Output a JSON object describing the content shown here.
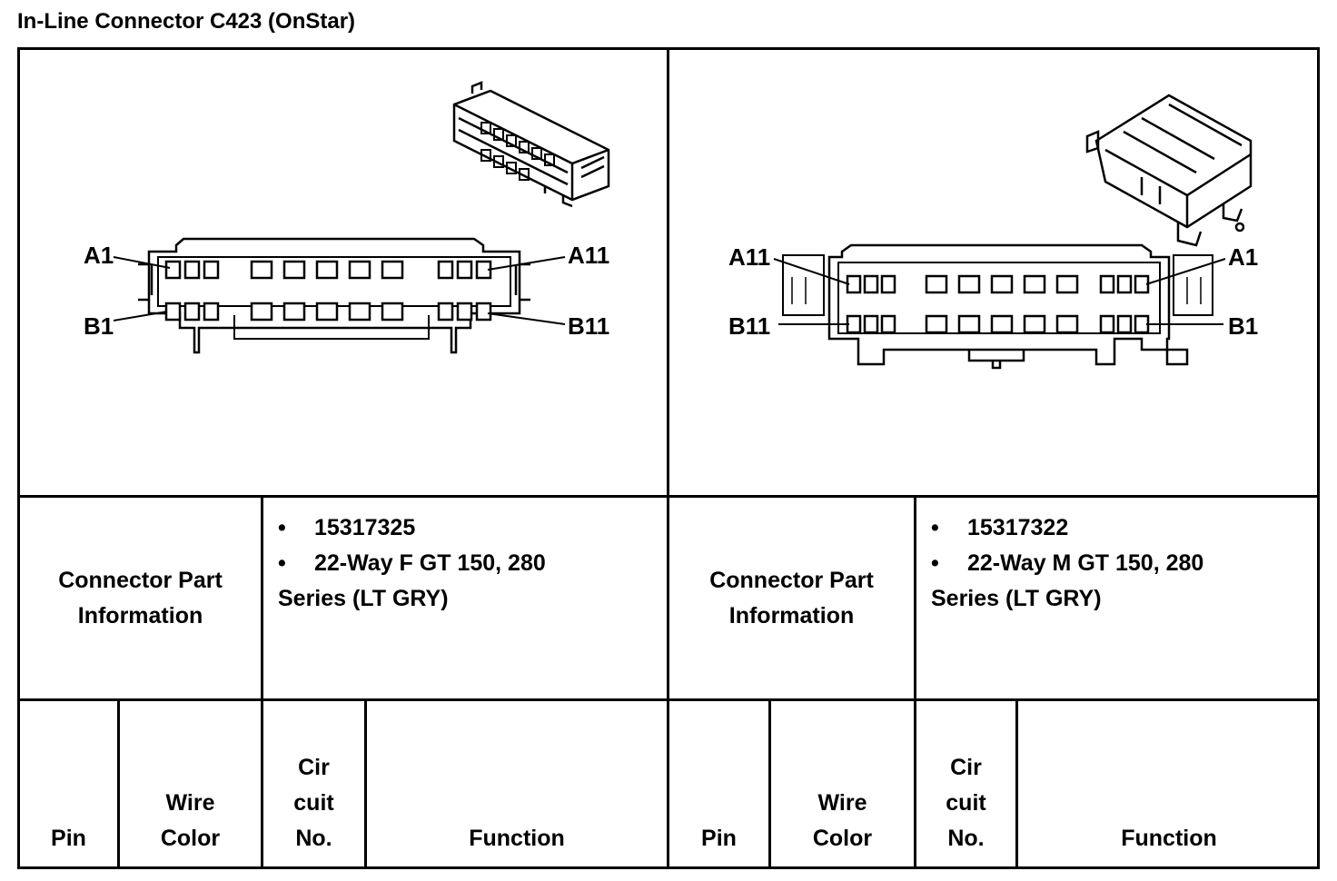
{
  "title": "In-Line Connector C423 (OnStar)",
  "left": {
    "pin_labels": {
      "a_first": "A1",
      "a_last": "A11",
      "b_first": "B1",
      "b_last": "B11"
    },
    "info_label_line1": "Connector Part",
    "info_label_line2": "Information",
    "part_number": "15317325",
    "description_line1": "22-Way F GT 150, 280",
    "description_line2": "Series (LT GRY)"
  },
  "right": {
    "pin_labels": {
      "a_first": "A1",
      "a_last": "A11",
      "b_first": "B1",
      "b_last": "B11"
    },
    "info_label_line1": "Connector Part",
    "info_label_line2": "Information",
    "part_number": "15317322",
    "description_line1": "22-Way M GT 150, 280",
    "description_line2": "Series (LT GRY)"
  },
  "bullet": "•",
  "table_headers": {
    "pin": "Pin",
    "wire_line1": "Wire",
    "wire_line2": "Color",
    "circuit_line1": "Cir",
    "circuit_line2": "cuit",
    "circuit_line3": "No.",
    "function": "Function"
  }
}
